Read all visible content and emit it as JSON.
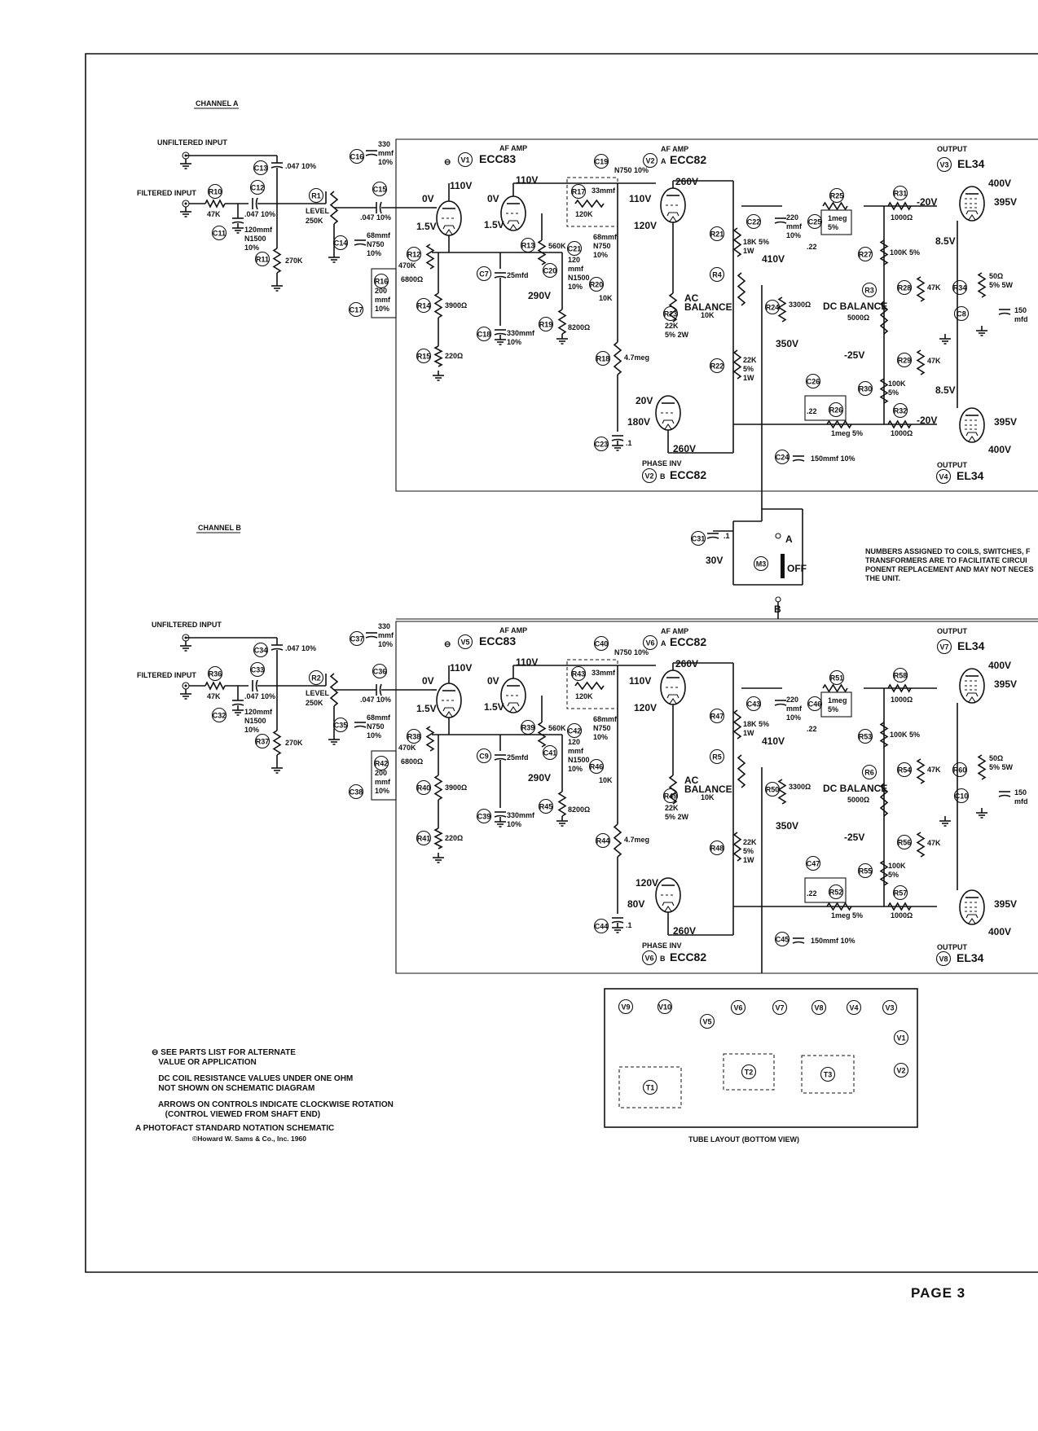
{
  "channels": [
    {
      "heading": "CHANNEL A",
      "unfiltered_input": "UNFILTERED INPUT",
      "filtered_input": "FILTERED INPUT",
      "level_label": "LEVEL",
      "level_value": "250K",
      "tubes": {
        "v1": {
          "ref": "V1",
          "type": "ECC83",
          "role": "AF AMP"
        },
        "v2a": {
          "ref": "V2",
          "suffix": "A",
          "type": "ECC82",
          "role": "AF AMP"
        },
        "v2b": {
          "ref": "V2",
          "suffix": "B",
          "type": "ECC82",
          "role": "PHASE INV"
        },
        "v3": {
          "ref": "V3",
          "type": "EL34",
          "role": "OUTPUT"
        },
        "v4": {
          "ref": "V4",
          "type": "EL34",
          "role": "OUTPUT"
        }
      },
      "parts": {
        "r10": "R10",
        "r10_val": "47K",
        "c11": "C11",
        "c11_val": "120mmf N1500 10%",
        "c12": "C12",
        "c12_val": ".047 10%",
        "c13": "C13",
        "c13_val": ".047 10%",
        "r11": "R11",
        "r11_val": "270K",
        "r1": "R1",
        "c15": "C15",
        "c15_val": ".047 10%",
        "c16": "C16",
        "c16_val": "330 mmf 10%",
        "c14": "C14",
        "c14_val": "68mmf N750 10%",
        "r12": "R12",
        "r12_val": "470K",
        "r16": "R16",
        "r16_val": "6800Ω",
        "c17": "C17",
        "c17_val": "200 mmf 10%",
        "r14": "R14",
        "r14_val": "3900Ω",
        "r15": "R15",
        "r15_val": "220Ω",
        "c7": "C7",
        "c7_val": "25mfd",
        "r13": "R13",
        "r13_val": "560K",
        "c18": "C18",
        "c18_val": "330mmf 10%",
        "c19": "C19",
        "c19_val": "N750 10%",
        "r17": "R17",
        "r17_val": "120K",
        "r17_extra": "33mmf",
        "c20": "C20",
        "c20_val": "120 mmf N1500 10%",
        "c21": "C21",
        "c21_val": "68mmf N750 10%",
        "r20": "R20",
        "r20_val": "10K",
        "r19": "R19",
        "r19_val": "8200Ω",
        "r18": "R18",
        "r18_val": "4.7meg",
        "c23": "C23",
        "c23_val": ".1",
        "r21": "R21",
        "r23": "R23",
        "r23_val": "22K 5% 2W",
        "r22": "R22",
        "r22_val": "22K 5% 1W",
        "r4": "R4",
        "r4_label": "AC BALANCE",
        "r4_val": "10K",
        "c22": "C22",
        "c22_val": "220 mmf 10%",
        "r21_val": "18K 5% 1W",
        "c25": "C25",
        "c25_val": ".22",
        "r25": "R25",
        "r25_val": "1meg 5%",
        "r24": "R24",
        "r24_val": "3300Ω",
        "c26": "C26",
        "c26_val": ".22",
        "r26": "R26",
        "r26_val": "1meg 5%",
        "c24": "C24",
        "c24_val": "150mmf 10%",
        "r31": "R31",
        "r31_val": "1000Ω",
        "r27": "R27",
        "r27_val": "100K 5%",
        "r3": "R3",
        "r3_label": "DC BALANCE",
        "r3_val": "5000Ω",
        "r28": "R28",
        "r28_val": "47K",
        "r29": "R29",
        "r29_val": "47K",
        "r30": "R30",
        "r30_val": "100K 5%",
        "r32": "R32",
        "r32_val": "1000Ω",
        "r34": "R34",
        "r34_val": "50Ω 5% 5W",
        "c8": "C8",
        "c8_val": "150 mfd"
      },
      "voltages": {
        "v1_p": "110V",
        "v1_g": "0V",
        "v1_k": "1.5V",
        "v1b_p": "110V",
        "v1b_g": "0V",
        "v1b_k": "1.5V",
        "v2a_p": "260V",
        "v2a_g": "110V",
        "v2a_k": "120V",
        "v2b_g": "20V",
        "v2b_k": "180V",
        "v2b_p": "260V",
        "b290": "290V",
        "b410": "410V",
        "b350": "350V",
        "bneg25": "-25V",
        "g1": "-20V",
        "g2": "-20V",
        "k3": "8.5V",
        "k4": "8.5V",
        "v3_s": "400V",
        "v3_p": "395V",
        "v4_s": "400V",
        "v4_p": "395V"
      }
    },
    {
      "heading": "CHANNEL B",
      "unfiltered_input": "UNFILTERED INPUT",
      "filtered_input": "FILTERED INPUT",
      "level_label": "LEVEL",
      "level_value": "250K",
      "tubes": {
        "v1": {
          "ref": "V5",
          "type": "ECC83",
          "role": "AF AMP"
        },
        "v2a": {
          "ref": "V6",
          "suffix": "A",
          "type": "ECC82",
          "role": "AF AMP"
        },
        "v2b": {
          "ref": "V6",
          "suffix": "B",
          "type": "ECC82",
          "role": "PHASE INV"
        },
        "v3": {
          "ref": "V7",
          "type": "EL34",
          "role": "OUTPUT"
        },
        "v4": {
          "ref": "V8",
          "type": "EL34",
          "role": "OUTPUT"
        }
      },
      "parts": {
        "r10": "R36",
        "r10_val": "47K",
        "c11": "C32",
        "c11_val": "120mmf N1500 10%",
        "c12": "C33",
        "c12_val": ".047 10%",
        "c13": "C34",
        "c13_val": ".047 10%",
        "r11": "R37",
        "r11_val": "270K",
        "r1": "R2",
        "c15": "C36",
        "c15_val": ".047 10%",
        "c16": "C37",
        "c16_val": "330 mmf 10%",
        "c14": "C35",
        "c14_val": "68mmf N750 10%",
        "r12": "R38",
        "r12_val": "470K",
        "r16": "R42",
        "r16_val": "6800Ω",
        "c17": "C38",
        "c17_val": "200 mmf 10%",
        "r14": "R40",
        "r14_val": "3900Ω",
        "r15": "R41",
        "r15_val": "220Ω",
        "c7": "C9",
        "c7_val": "25mfd",
        "r13": "R39",
        "r13_val": "560K",
        "c18": "C39",
        "c18_val": "330mmf 10%",
        "c19": "C40",
        "c19_val": "N750 10%",
        "r17": "R43",
        "r17_val": "120K",
        "r17_extra": "33mmf",
        "c20": "C41",
        "c20_val": "120 mmf N1500 10%",
        "c21": "C42",
        "c21_val": "68mmf N750 10%",
        "r20": "R46",
        "r20_val": "10K",
        "r19": "R45",
        "r19_val": "8200Ω",
        "r18": "R44",
        "r18_val": "4.7meg",
        "c23": "C44",
        "c23_val": ".1",
        "r21": "R47",
        "r23": "R49",
        "r23_val": "22K 5% 2W",
        "r22": "R48",
        "r22_val": "22K 5% 1W",
        "r4": "R5",
        "r4_label": "AC BALANCE",
        "r4_val": "10K",
        "c22": "C43",
        "c22_val": "220 mmf 10%",
        "r21_val": "18K 5% 1W",
        "c25": "C46",
        "c25_val": ".22",
        "r25": "R51",
        "r25_val": "1meg 5%",
        "r24": "R50",
        "r24_val": "3300Ω",
        "c26": "C47",
        "c26_val": ".22",
        "r26": "R52",
        "r26_val": "1meg 5%",
        "c24": "C45",
        "c24_val": "150mmf 10%",
        "r31": "R58",
        "r31_val": "1000Ω",
        "r27": "R53",
        "r27_val": "100K 5%",
        "r3": "R6",
        "r3_label": "DC BALANCE",
        "r3_val": "5000Ω",
        "r28": "R54",
        "r28_val": "47K",
        "r29": "R56",
        "r29_val": "47K",
        "r30": "R55",
        "r30_val": "100K 5%",
        "r32": "R57",
        "r32_val": "1000Ω",
        "r34": "R60",
        "r34_val": "50Ω 5% 5W",
        "c8": "C10",
        "c8_val": "150 mfd"
      },
      "voltages": {
        "v1_p": "110V",
        "v1_g": "0V",
        "v1_k": "1.5V",
        "v1b_p": "110V",
        "v1b_g": "0V",
        "v1b_k": "1.5V",
        "v2a_p": "260V",
        "v2a_g": "110V",
        "v2a_k": "120V",
        "v2b_g": "120V",
        "v2b_k": "80V",
        "v2b_p": "260V",
        "b290": "290V",
        "b410": "410V",
        "b350": "350V",
        "bneg25": "-25V",
        "g1": "",
        "g2": "",
        "k3": "",
        "k4": "",
        "v3_s": "400V",
        "v3_p": "395V",
        "v4_s": "400V",
        "v4_p": "395V"
      }
    }
  ],
  "switch": {
    "c31": "C31",
    "c31_val": ".1",
    "c31_v": "30V",
    "m3": "M3",
    "pos_a": "A",
    "pos_off": "OFF",
    "pos_b": "B"
  },
  "side_note": "NUMBERS ASSIGNED TO COILS, SWITCHES, F\nTRANSFORMERS ARE TO FACILITATE CIRCUI\nPONENT REPLACEMENT AND MAY NOT NECES\nTHE UNIT.",
  "tube_layout": {
    "caption": "TUBE LAYOUT (BOTTOM VIEW)",
    "sockets": [
      "V9",
      "V10",
      "V5",
      "V6",
      "V7",
      "V8",
      "V4",
      "V3",
      "V1",
      "V2"
    ],
    "transformers": [
      "T1",
      "T2",
      "T3"
    ]
  },
  "notes": [
    "⊖ SEE PARTS LIST FOR ALTERNATE\n   VALUE OR APPLICATION",
    "   DC COIL RESISTANCE VALUES UNDER ONE OHM\n   NOT SHOWN ON SCHEMATIC DIAGRAM",
    "   ARROWS ON CONTROLS INDICATE CLOCKWISE ROTATION\n      (CONTROL VIEWED FROM SHAFT END)"
  ],
  "footer": {
    "title": "A PHOTOFACT STANDARD NOTATION SCHEMATIC",
    "copyright": "©Howard W. Sams & Co., Inc. 1960"
  },
  "page_label": "PAGE 3"
}
